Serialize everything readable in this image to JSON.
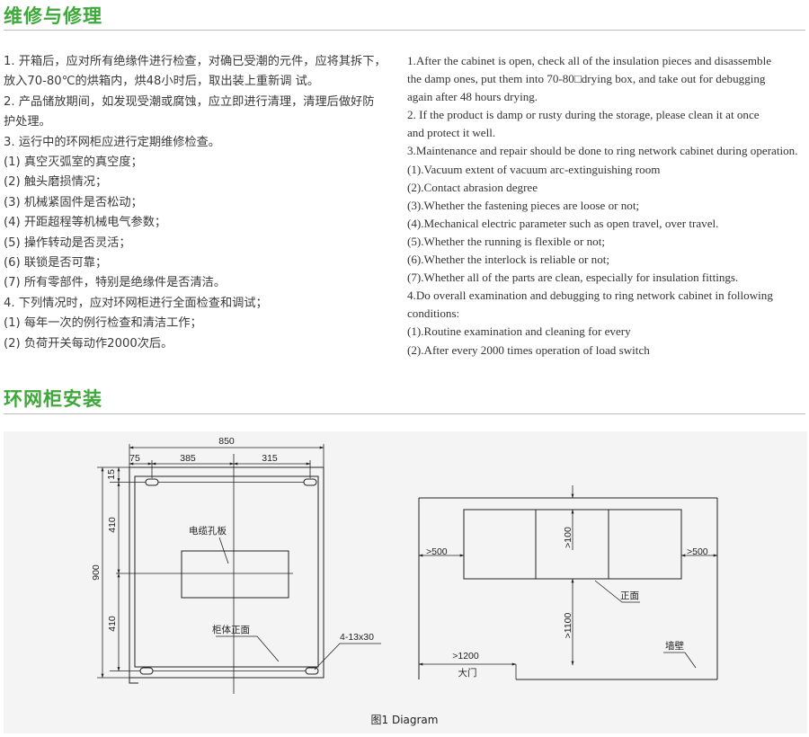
{
  "section1": {
    "title": "维修与修理"
  },
  "cn_lines": [
    "1. 开箱后，应对所有绝缘件进行检查，对确已受潮的元件，应将其拆下，",
    "放入70-80℃的烘箱内，烘48小时后，取出装上重新调 试。",
    "2. 产品储放期间，如发现受潮或腐蚀，应立即进行清理，清理后做好防",
    "护处理。",
    "3. 运行中的环网柜应进行定期维修检查。",
    "(1) 真空灭弧室的真空度；",
    "(2) 触头磨损情况；",
    "(3) 机械紧固件是否松动；",
    "(4) 开距超程等机械电气参数；",
    "(5) 操作转动是否灵活；",
    "(6) 联锁是否可靠；",
    "(7) 所有零部件，特别是绝缘件是否清洁。",
    "4. 下列情况时，应对环网柜进行全面检查和调试；",
    "(1) 每年一次的例行检查和清洁工作；",
    "(2) 负荷开关每动作2000次后。"
  ],
  "en_lines": [
    "1.After the cabinet is open, check all of the insulation pieces and disassemble",
    "the damp ones, put them into 70-80□drying box, and take out for debugging",
    "again after 48 hours drying.",
    "2. If the product is damp or rusty during the storage, please clean it at once",
    "and protect it well.",
    "3.Maintenance and repair should be done to ring network cabinet during operation.",
    "(1).Vacuum extent of vacuum arc-extinguishing room",
    "(2).Contact abrasion degree",
    "(3).Whether the fastening pieces are loose or not;",
    "(4).Mechanical electric parameter such as open travel, over travel.",
    "(5).Whether the running is flexible or not;",
    "(6).Whether the interlock is reliable or not;",
    "(7).Whether all of the parts are clean, especially for insulation fittings.",
    "4.Do overall examination and debugging to ring network cabinet in following",
    "conditions:",
    "(1).Routine examination and cleaning for every",
    "(2).After every 2000 times operation of load switch"
  ],
  "section2": {
    "title": "环网柜安装"
  },
  "diagram_left": {
    "dim_width": "850",
    "dim_offset": "75",
    "dim_left": "385",
    "dim_right": "315",
    "dim_top_margin": "15",
    "dim_height": "900",
    "dim_upper": "410",
    "dim_lower": "410",
    "cable_hole_label": "电缆孔板",
    "front_label": "柜体正面",
    "holes_label": "4-13x30"
  },
  "diagram_right": {
    "left_clearance": ">500",
    "right_clearance": ">500",
    "top_clearance": ">100",
    "front_clearance": ">1100",
    "door_width": ">1200",
    "front_label": "正面",
    "wall_label": "墙壁",
    "door_label": "大门"
  },
  "caption": "图1 Diagram"
}
